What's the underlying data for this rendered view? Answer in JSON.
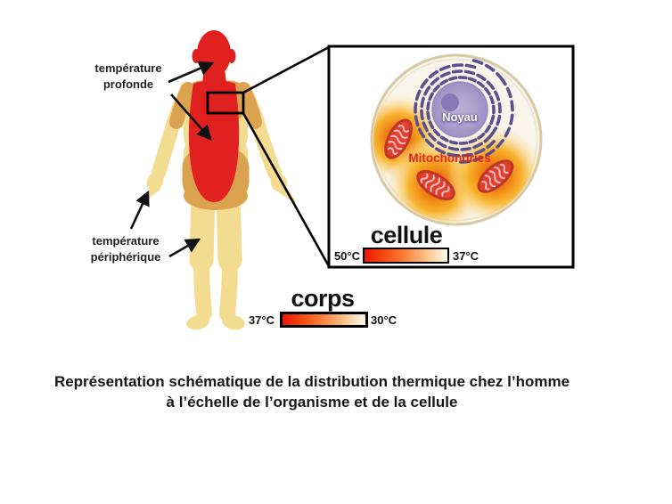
{
  "figure": {
    "body_labels": {
      "deep": "température\nprofonde",
      "peripheral": "température\npériphérique"
    },
    "cell_inset": {
      "nucleus": "Noyau",
      "mitochondria": "Mitochondries",
      "scale_title": "cellule",
      "scale_left": "50°C",
      "scale_right": "37°C"
    },
    "body_scale": {
      "title": "corps",
      "left": "37°C",
      "right": "30°C"
    },
    "caption_line1": "Représentation schématique de la distribution thermique chez l’homme",
    "caption_line2": "à l’échelle de l’organisme et de la cellule",
    "colors": {
      "core_red": "#e0211f",
      "mid_tan": "#dba250",
      "skin_pale": "#f3db90",
      "nucleus_purple": "#aca0cd",
      "er_purple": "#5a5090",
      "mitochondria_red": "#e2402a",
      "glow_orange": "#f6a814",
      "scale_hot": "#ee1607",
      "scale_cold": "#fdf4e0"
    }
  }
}
